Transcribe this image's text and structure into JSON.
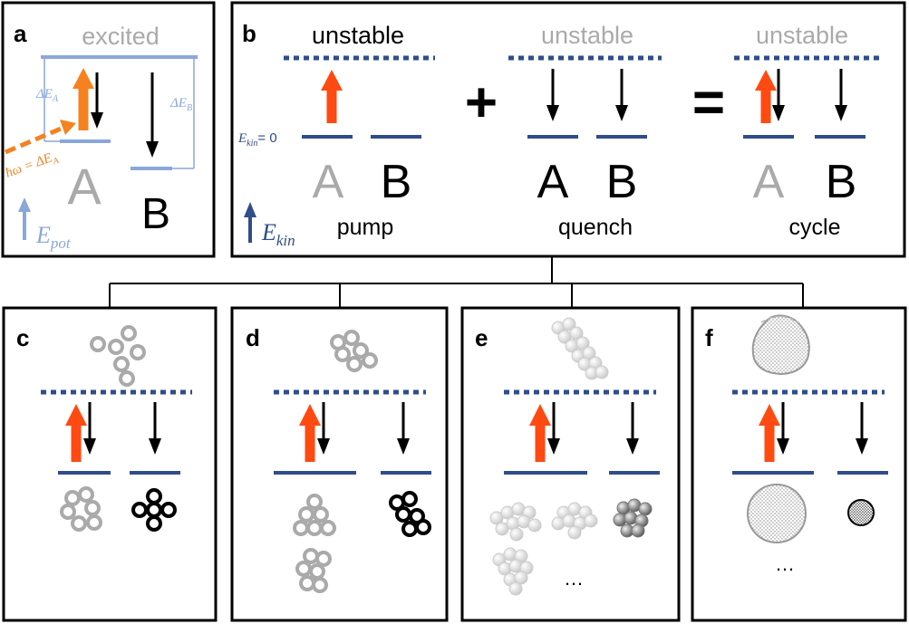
{
  "colors": {
    "navy": "#2f4d8a",
    "light_blue": "#8aa7d9",
    "orange": "#f5821f",
    "red_orange": "#ff4a12",
    "gray": "#aaaaaa",
    "black": "#000000"
  },
  "panel_a": {
    "letter": "a",
    "excited": "excited",
    "dEA": "ΔE",
    "dEA_sub": "A",
    "dEB": "ΔE",
    "dEB_sub": "B",
    "hbar_omega": "ħω = ΔE",
    "hbar_omega_sub": "A",
    "A": "A",
    "B": "B",
    "epot": "E",
    "epot_sub": "pot"
  },
  "panel_b": {
    "letter": "b",
    "unstable": [
      "unstable",
      "unstable",
      "unstable"
    ],
    "plus": "+",
    "equals": "=",
    "ekin_zero": "E",
    "ekin_zero_sub": "kin",
    "ekin_zero_val": "= 0",
    "ekin": "E",
    "ekin_sub": "kin",
    "A": [
      "A",
      "A",
      "A"
    ],
    "B": [
      "B",
      "B",
      "B"
    ],
    "pump": "pump",
    "quench": "quench",
    "cycle": "cycle"
  },
  "panel_c": {
    "letter": "c"
  },
  "panel_d": {
    "letter": "d"
  },
  "panel_e": {
    "letter": "e",
    "ellipsis": "…"
  },
  "panel_f": {
    "letter": "f",
    "ellipsis": "…"
  }
}
